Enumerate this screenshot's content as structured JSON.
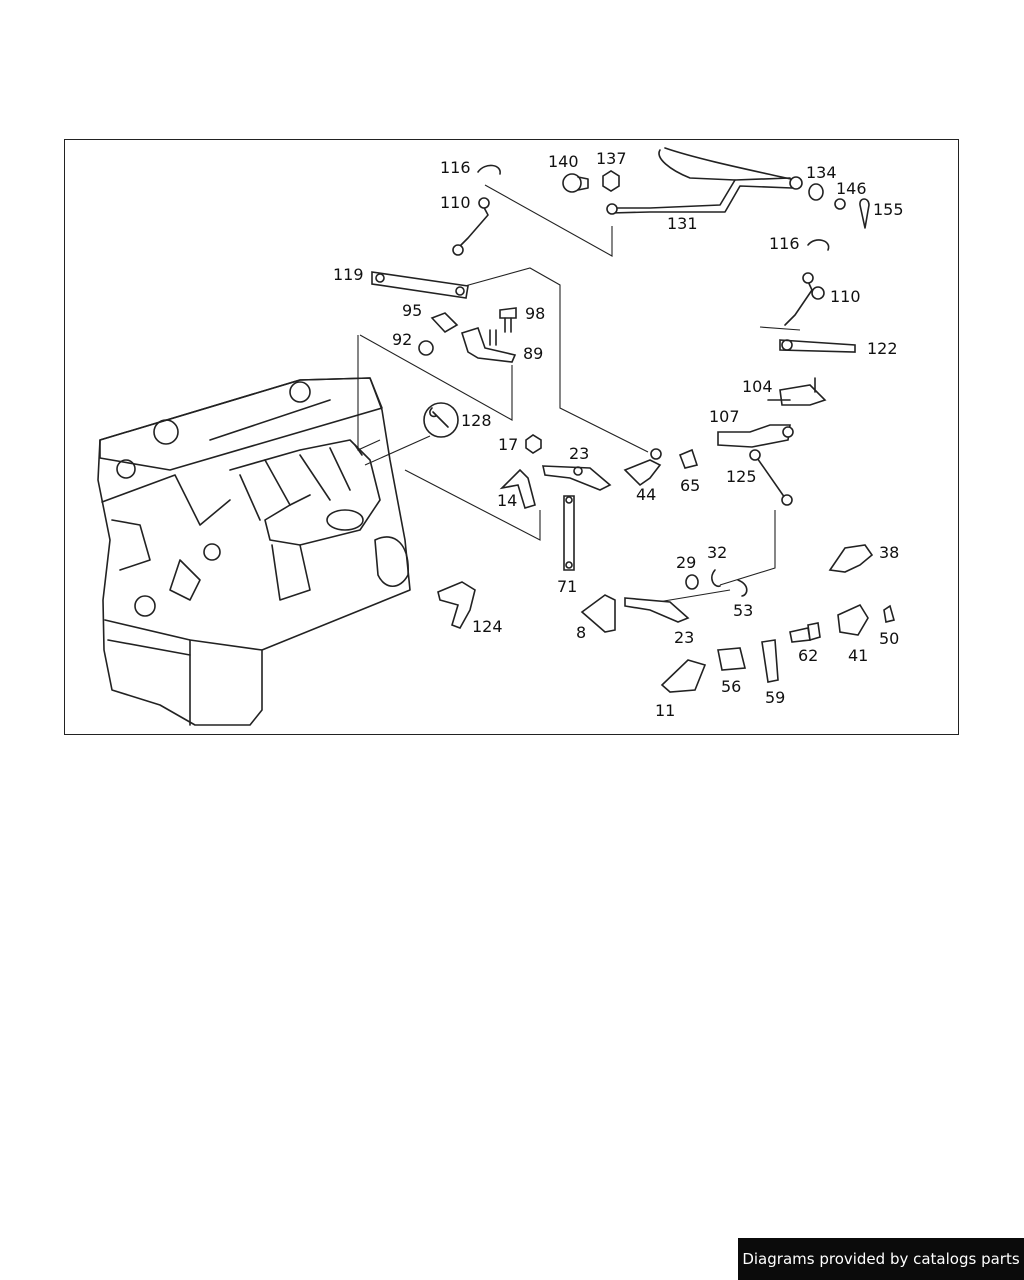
{
  "callouts": [
    "116",
    "140",
    "137",
    "134",
    "146",
    "155",
    "110",
    "131",
    "116",
    "110",
    "119",
    "95",
    "98",
    "92",
    "89",
    "122",
    "104",
    "128",
    "107",
    "17",
    "23",
    "44",
    "65",
    "125",
    "14",
    "71",
    "29",
    "32",
    "38",
    "53",
    "8",
    "23",
    "124",
    "62",
    "41",
    "50",
    "56",
    "59",
    "11"
  ],
  "credit": "Diagrams provided by catalogs parts"
}
